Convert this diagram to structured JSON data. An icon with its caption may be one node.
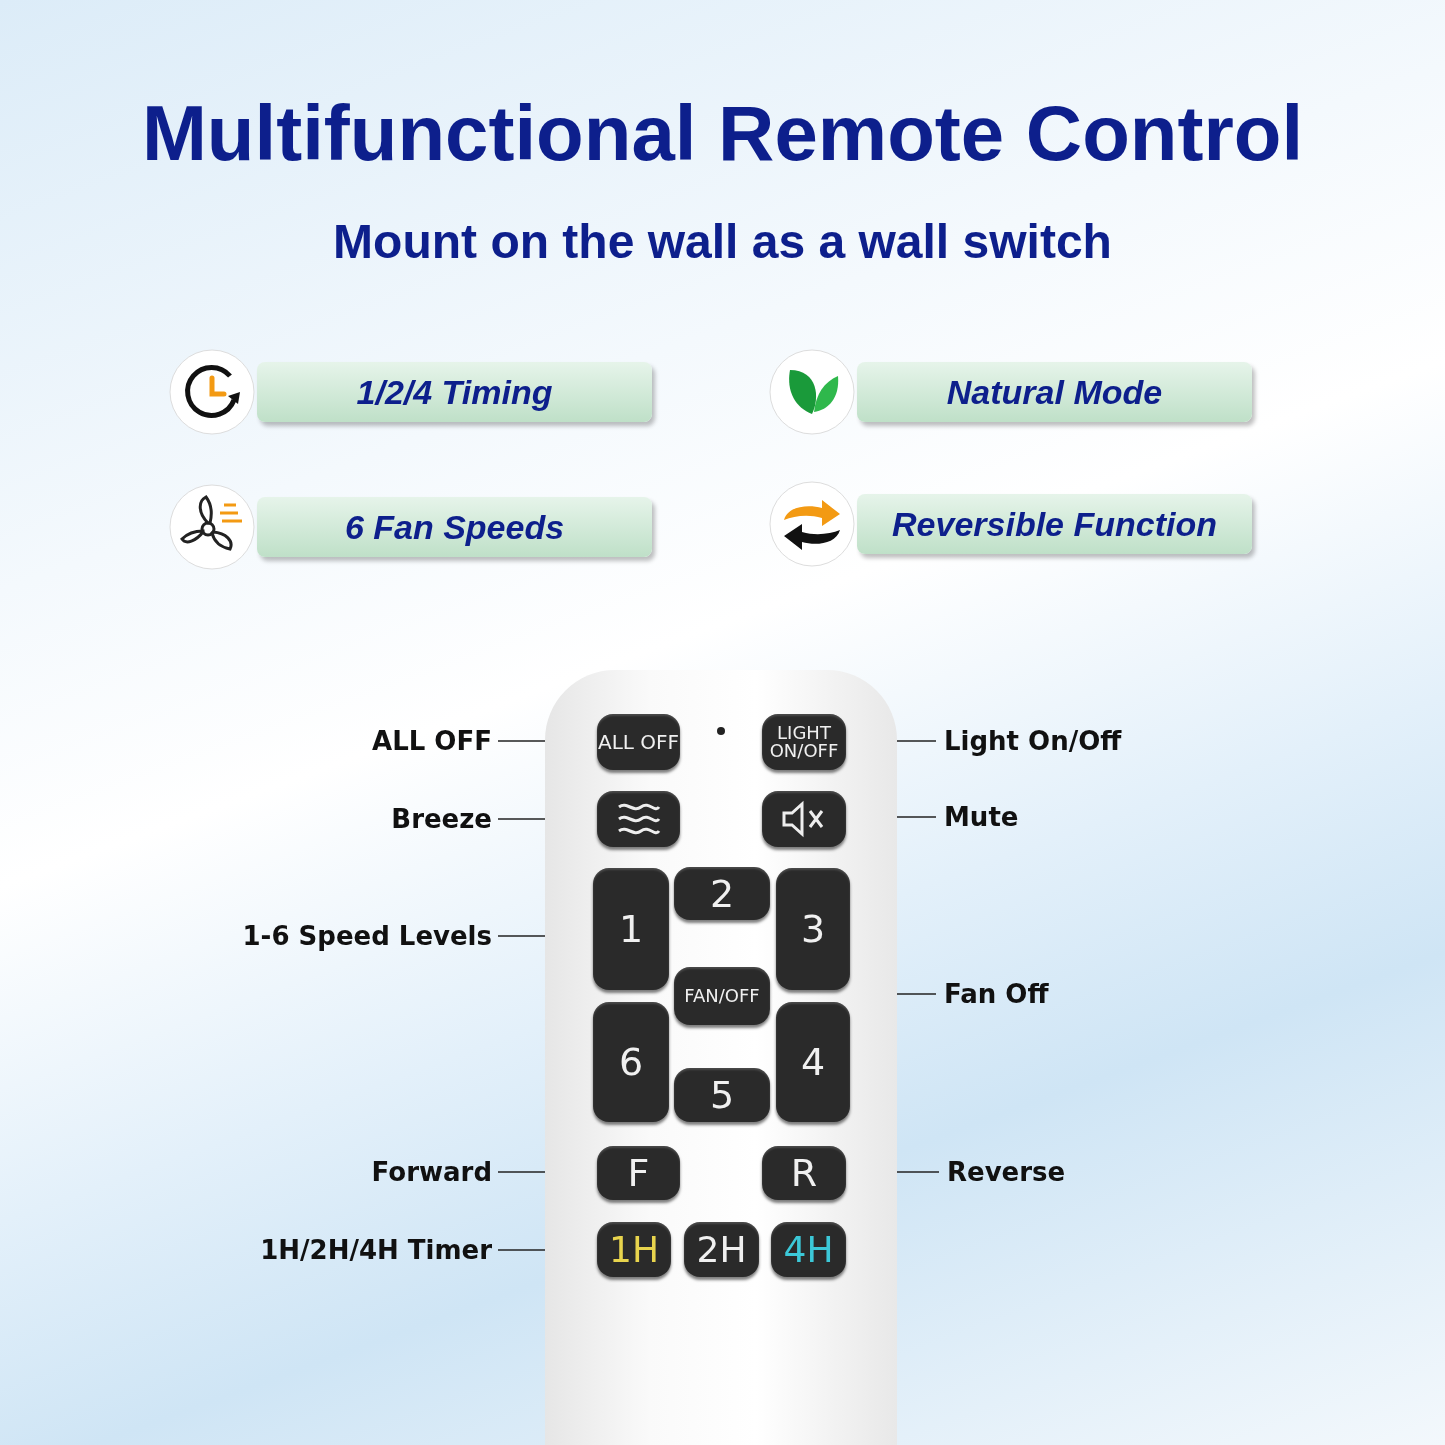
{
  "diagram": {
    "title": "Multifunctional Remote Control",
    "nodes": [
      {
        "text": [
          "1/2/4 Timing"
        ]
      },
      {
        "text": [
          "Natural Mode"
        ]
      },
      {
        "text": [
          "6 Fan Speeds"
        ]
      },
      {
        "text": [
          "Reversible Function"
        ]
      },
      {
        "text": [],
        "shape": "picture"
      },
      {
        "text": [
          "ALL OFF"
        ],
        "in": 4
      },
      {
        "text": [
          "LIGHT ON/OFF"
        ],
        "in": 4
      },
      {
        "text": [],
        "shape": "box",
        "in": 4
      },
      {
        "text": [],
        "shape": "box",
        "in": 4
      },
      {
        "text": [
          "2"
        ],
        "in": 4
      },
      {
        "text": [
          "1"
        ],
        "in": 4
      },
      {
        "text": [
          "3"
        ],
        "in": 4
      },
      {
        "text": [
          "FAN/OFF"
        ],
        "in": 4
      },
      {
        "text": [
          "6"
        ],
        "in": 4
      },
      {
        "text": [
          "4"
        ],
        "in": 4
      },
      {
        "text": [
          "5"
        ],
        "in": 4
      },
      {
        "text": [
          "F"
        ],
        "in": 4
      },
      {
        "text": [
          "R"
        ],
        "in": 4
      },
      {
        "text": [
          "1H"
        ],
        "in": 4
      },
      {
        "text": [
          "2H"
        ],
        "in": 4
      },
      {
        "text": [
          "4H"
        ],
        "in": 4
      },
      {
        "text": [
          "ALL OFF"
        ]
      },
      {
        "text": [
          "Light On/Off"
        ]
      },
      {
        "text": [
          "Breeze"
        ]
      },
      {
        "text": [
          "Mute"
        ]
      },
      {
        "text": [
          "1-6 Speed Levels"
        ]
      },
      {
        "text": [
          "Fan Off"
        ]
      },
      {
        "text": [
          "Forward"
        ]
      },
      {
        "text": [
          "Reverse"
        ]
      },
      {
        "text": [
          "1H/2H/4H Timer"
        ]
      }
    ],
    "edges": [
      {
        "from": 21,
        "to": 5,
        "arrow": "none"
      },
      {
        "from": 22,
        "to": 6,
        "arrow": "none"
      },
      {
        "from": 23,
        "to": 7,
        "arrow": "none"
      },
      {
        "from": 24,
        "to": 8,
        "arrow": "none"
      },
      {
        "from": 25,
        "to": 10,
        "arrow": "none"
      },
      {
        "from": 26,
        "to": 12,
        "arrow": "none"
      },
      {
        "from": 27,
        "to": 16,
        "arrow": "none"
      },
      {
        "from": 28,
        "to": 17,
        "arrow": "none"
      },
      {
        "from": 29,
        "to": 18,
        "arrow": "none"
      }
    ],
    "labels": [
      "Mount on the wall as a wall switch"
    ]
  }
}
